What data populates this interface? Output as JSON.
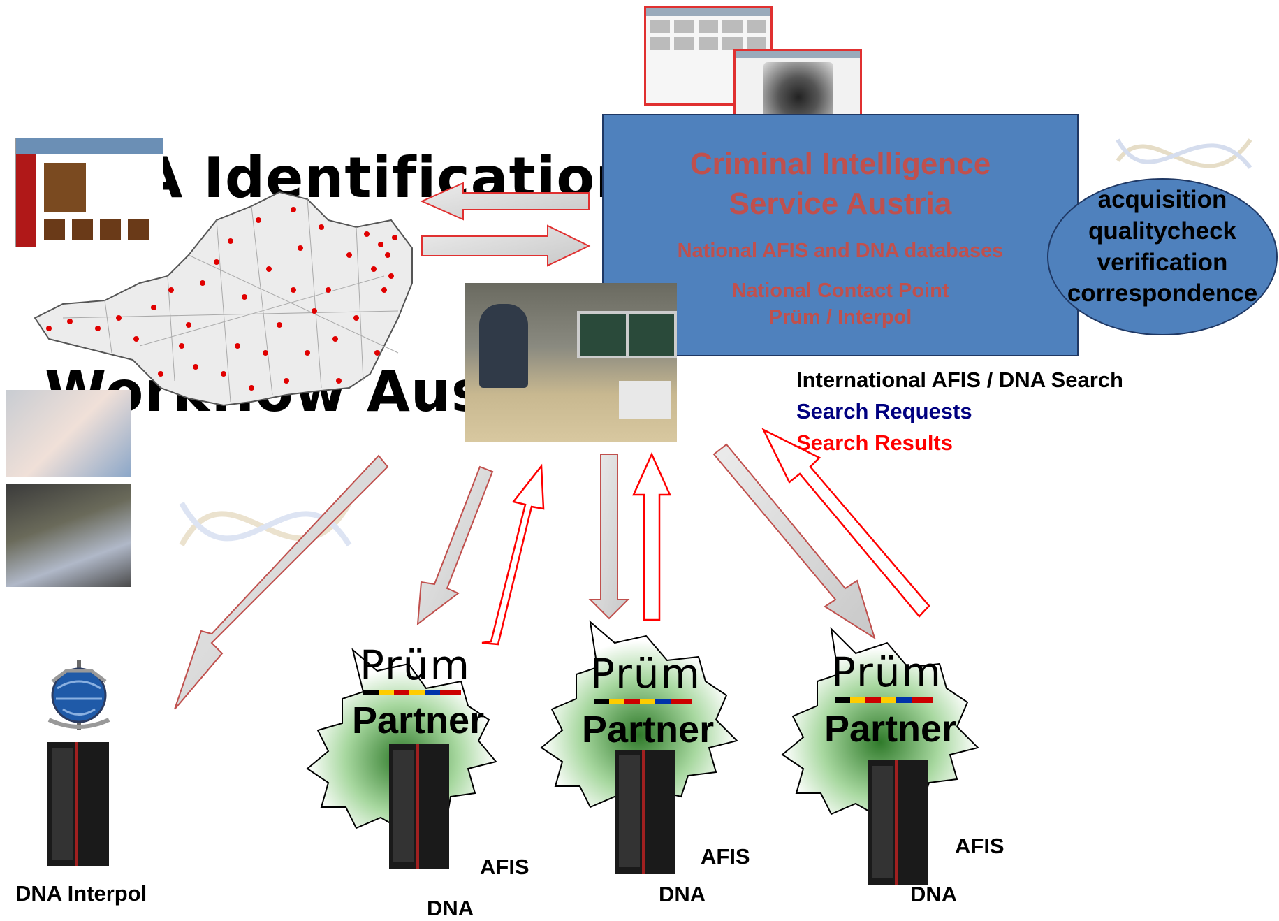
{
  "title": {
    "line1": "DNA Identification",
    "line2": "Workflow Austria"
  },
  "central": {
    "title_line1": "Criminal Intelligence",
    "title_line2": "Service Austria",
    "sub1": "National AFIS  and DNA databases",
    "sub2": "National Contact Point",
    "sub3": "Prüm / Interpol"
  },
  "tasks": [
    "acquisition",
    "qualitycheck",
    "verification",
    "correspondence"
  ],
  "legend": {
    "heading": "International AFIS / DNA Search",
    "requests": "Search Requests",
    "results": "Search Results"
  },
  "colors": {
    "box_fill": "#4f81bd",
    "accent_red": "#c0504d",
    "requests_color": "#000080",
    "results_color": "#ff0000",
    "arrow_outline": "#e03030"
  },
  "nodes": {
    "interpol": {
      "label": "DNA Interpol"
    },
    "partners": [
      {
        "logo": "Prüm",
        "name": "Partner",
        "afis": "AFIS",
        "dna": "DNA"
      },
      {
        "logo": "Prüm",
        "name": "Partner",
        "afis": "AFIS",
        "dna": "DNA"
      },
      {
        "logo": "Prüm",
        "name": "Partner",
        "afis": "AFIS",
        "dna": "DNA"
      }
    ]
  },
  "icons": {
    "map": "austria-map-icon",
    "server": "server-tower-icon",
    "interpol": "interpol-emblem-icon",
    "burst": "starburst-icon"
  }
}
